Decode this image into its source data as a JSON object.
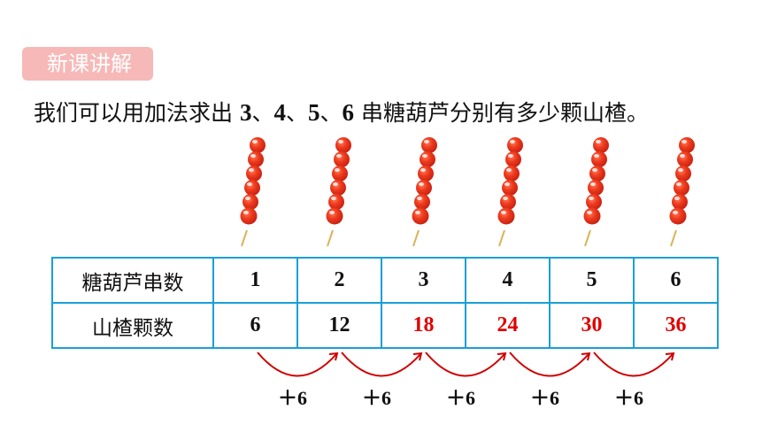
{
  "badge": {
    "label": "新课讲解"
  },
  "intro": {
    "prefix": "我们可以用加法求出 ",
    "n1": "3",
    "sep1": "、",
    "n2": "4",
    "sep2": "、",
    "n3": "5",
    "sep3": "、",
    "n4": "6",
    "suffix": " 串糖葫芦分别有多少颗山楂。"
  },
  "skewers": {
    "count": 6,
    "berries_each": 6,
    "berry_color": "#e8321c",
    "stick_color": "#d9b45a"
  },
  "table": {
    "row1_header": "糖葫芦串数",
    "row2_header": "山楂颗数",
    "row1_values": [
      "1",
      "2",
      "3",
      "4",
      "5",
      "6"
    ],
    "row2_values": [
      "6",
      "12",
      "18",
      "24",
      "30",
      "36"
    ],
    "row2_highlighted": [
      false,
      false,
      true,
      true,
      true,
      true
    ],
    "border_color": "#1a9fd9",
    "highlight_color": "#e00000"
  },
  "steps": {
    "labels": [
      "＋6",
      "＋6",
      "＋6",
      "＋6",
      "＋6"
    ],
    "arrow_color": "#d00000"
  }
}
